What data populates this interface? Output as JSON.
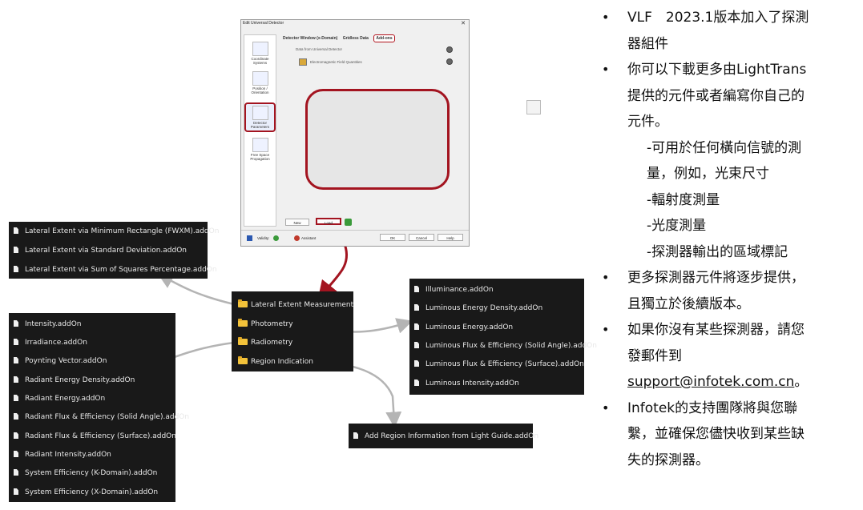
{
  "dialog": {
    "title": "Edit Universal Detector",
    "close": "✕",
    "nav": [
      {
        "label": "Coordinate Systems"
      },
      {
        "label": "Position / Orientation"
      },
      {
        "label": "Detector Parameters"
      },
      {
        "label": "Free Space Propagation"
      }
    ],
    "tabs": [
      "Detector Window (x-Domain)",
      "Gridless Data",
      "Add-ons"
    ],
    "tree": {
      "root": "Data from Universal Detector",
      "child": "Electromagnetic Field Quantities"
    },
    "buttons": {
      "new": "New",
      "load": "Load"
    },
    "footer": {
      "validity": "Validity:",
      "assistant": "Assistant",
      "ok": "OK",
      "cancel": "Cancel",
      "help": "Help"
    }
  },
  "panels": {
    "lateral": [
      "Lateral Extent via Minimum Rectangle (FWXM).addOn",
      "Lateral Extent via Standard Deviation.addOn",
      "Lateral Extent via Sum of Squares Percentage.addOn"
    ],
    "folders": [
      "Lateral Extent Measurement",
      "Photometry",
      "Radiometry",
      "Region Indication"
    ],
    "photometry": [
      "Illuminance.addOn",
      "Luminous Energy Density.addOn",
      "Luminous Energy.addOn",
      "Luminous Flux & Efficiency (Solid Angle).addOn",
      "Luminous Flux & Efficiency (Surface).addOn",
      "Luminous Intensity.addOn"
    ],
    "radiometry": [
      "Intensity.addOn",
      "Irradiance.addOn",
      "Poynting Vector.addOn",
      "Radiant Energy Density.addOn",
      "Radiant Energy.addOn",
      "Radiant Flux & Efficiency (Solid Angle).addOn",
      "Radiant Flux & Efficiency (Surface).addOn",
      "Radiant Intensity.addOn",
      "System Efficiency (K-Domain).addOn",
      "System Efficiency (X-Domain).addOn"
    ],
    "region": [
      "Add Region Information from Light Guide.addOn"
    ]
  },
  "notes": {
    "b1": [
      "VLF　2023.1版本加入了探測",
      "器組件"
    ],
    "b2": [
      "你可以下載更多由LightTrans",
      "提供的元件或者編寫你自己的",
      "元件。"
    ],
    "subs": [
      "-可用於任何橫向信號的測",
      "量，例如，光束尺寸",
      "-輻射度測量",
      "-光度測量",
      "-探測器輸出的區域標記"
    ],
    "b3": [
      "更多探測器元件將逐步提供，",
      "且獨立於後續版本。"
    ],
    "b4": [
      "如果你沒有某些探測器，請您",
      "發郵件到",
      "support@infotek.com.cn",
      "。"
    ],
    "b5": [
      "Infotek的支持團隊將與您聯",
      "繫，並確保您儘快收到某些缺",
      "失的探測器。"
    ]
  },
  "colors": {
    "accent_red": "#a31420",
    "arrow_grey": "#b4b4b4",
    "panel_bg": "#191919"
  }
}
